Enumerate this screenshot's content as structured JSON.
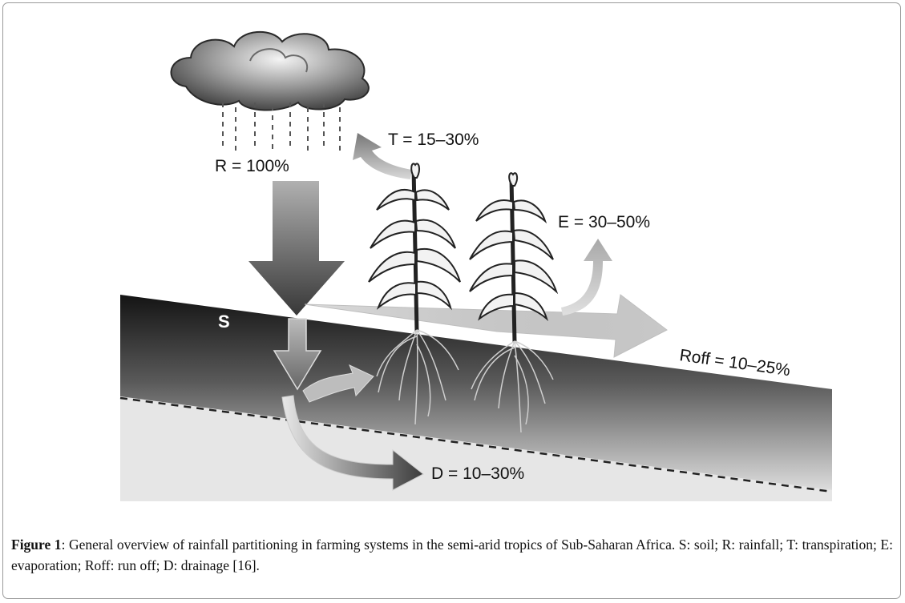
{
  "diagram": {
    "labels": {
      "rainfall": "R = 100%",
      "transpiration": "T = 15–30%",
      "evaporation": "E = 30–50%",
      "runoff": "Roff = 10–25%",
      "drainage": "D = 10–30%",
      "soil": "S"
    },
    "colors": {
      "soil_dark": "#1e1e1e",
      "soil_light": "#d9d9d9",
      "subsoil": "#e6e6e6",
      "arrow_dark": "#444444",
      "arrow_light": "#bdbdbd"
    }
  },
  "caption": {
    "prefix": "Figure 1",
    "text": ": General overview of rainfall partitioning in farming systems in the semi-arid tropics of Sub-Saharan Africa. S: soil; R: rainfall; T: transpiration; E: evaporation; Roff: run off; D: drainage [16]."
  }
}
